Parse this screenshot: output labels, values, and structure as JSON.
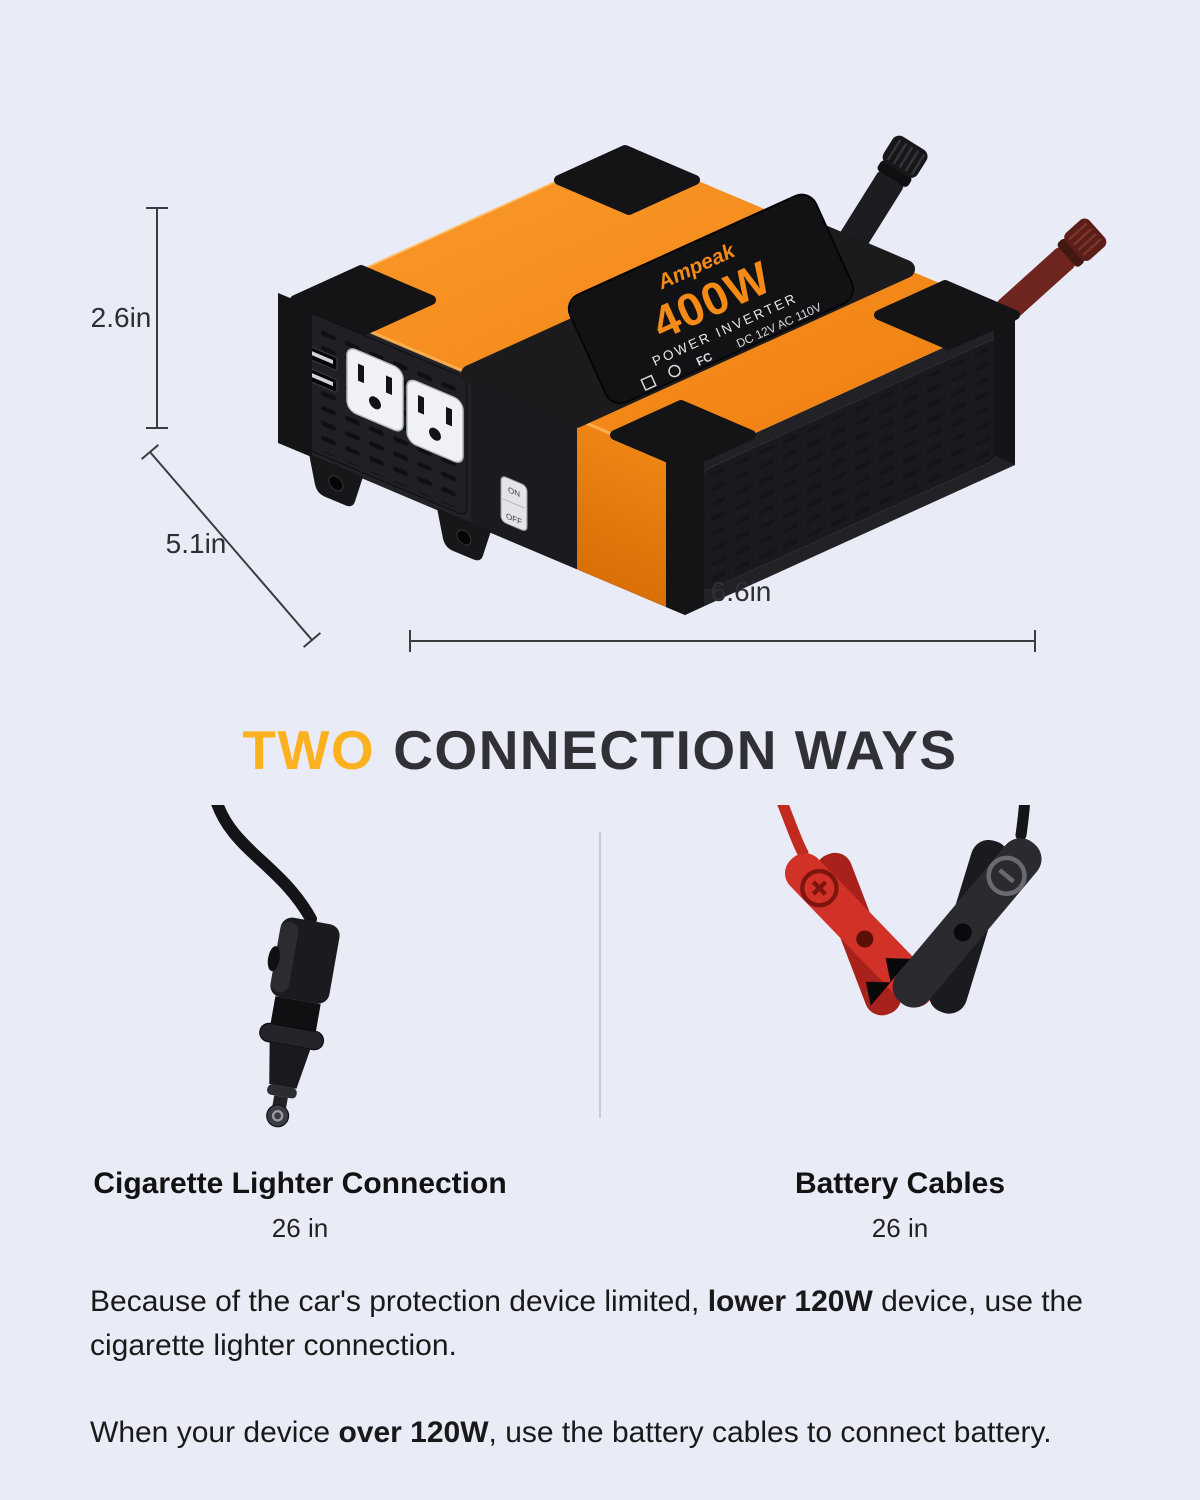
{
  "colors": {
    "background": "#E9EBF6",
    "accent_orange": "#FEB11F",
    "device_orange": "#F08318",
    "clamp_red": "#D23127"
  },
  "dimensions": {
    "height": "2.6in",
    "depth": "5.1in",
    "length": "6.6in"
  },
  "device": {
    "brand": "Ampeak",
    "wattage": "400W",
    "subtitle": "POWER INVERTER",
    "spec": "DC 12V  AC 110V",
    "cert": "FC",
    "switch_on": "ON",
    "switch_off": "OFF"
  },
  "heading": {
    "accent": "TWO",
    "rest": "CONNECTION WAYS"
  },
  "connections": [
    {
      "title": "Cigarette Lighter Connection",
      "length": "26 in"
    },
    {
      "title": "Battery Cables",
      "length": "26 in"
    }
  ],
  "notes": [
    {
      "pre": "Because of the car's protection device limited, ",
      "bold": "lower 120W",
      "post": " device, use the cigarette lighter connection."
    },
    {
      "pre": "When your device ",
      "bold": "over 120W",
      "post": ", use the battery cables to connect battery."
    }
  ]
}
